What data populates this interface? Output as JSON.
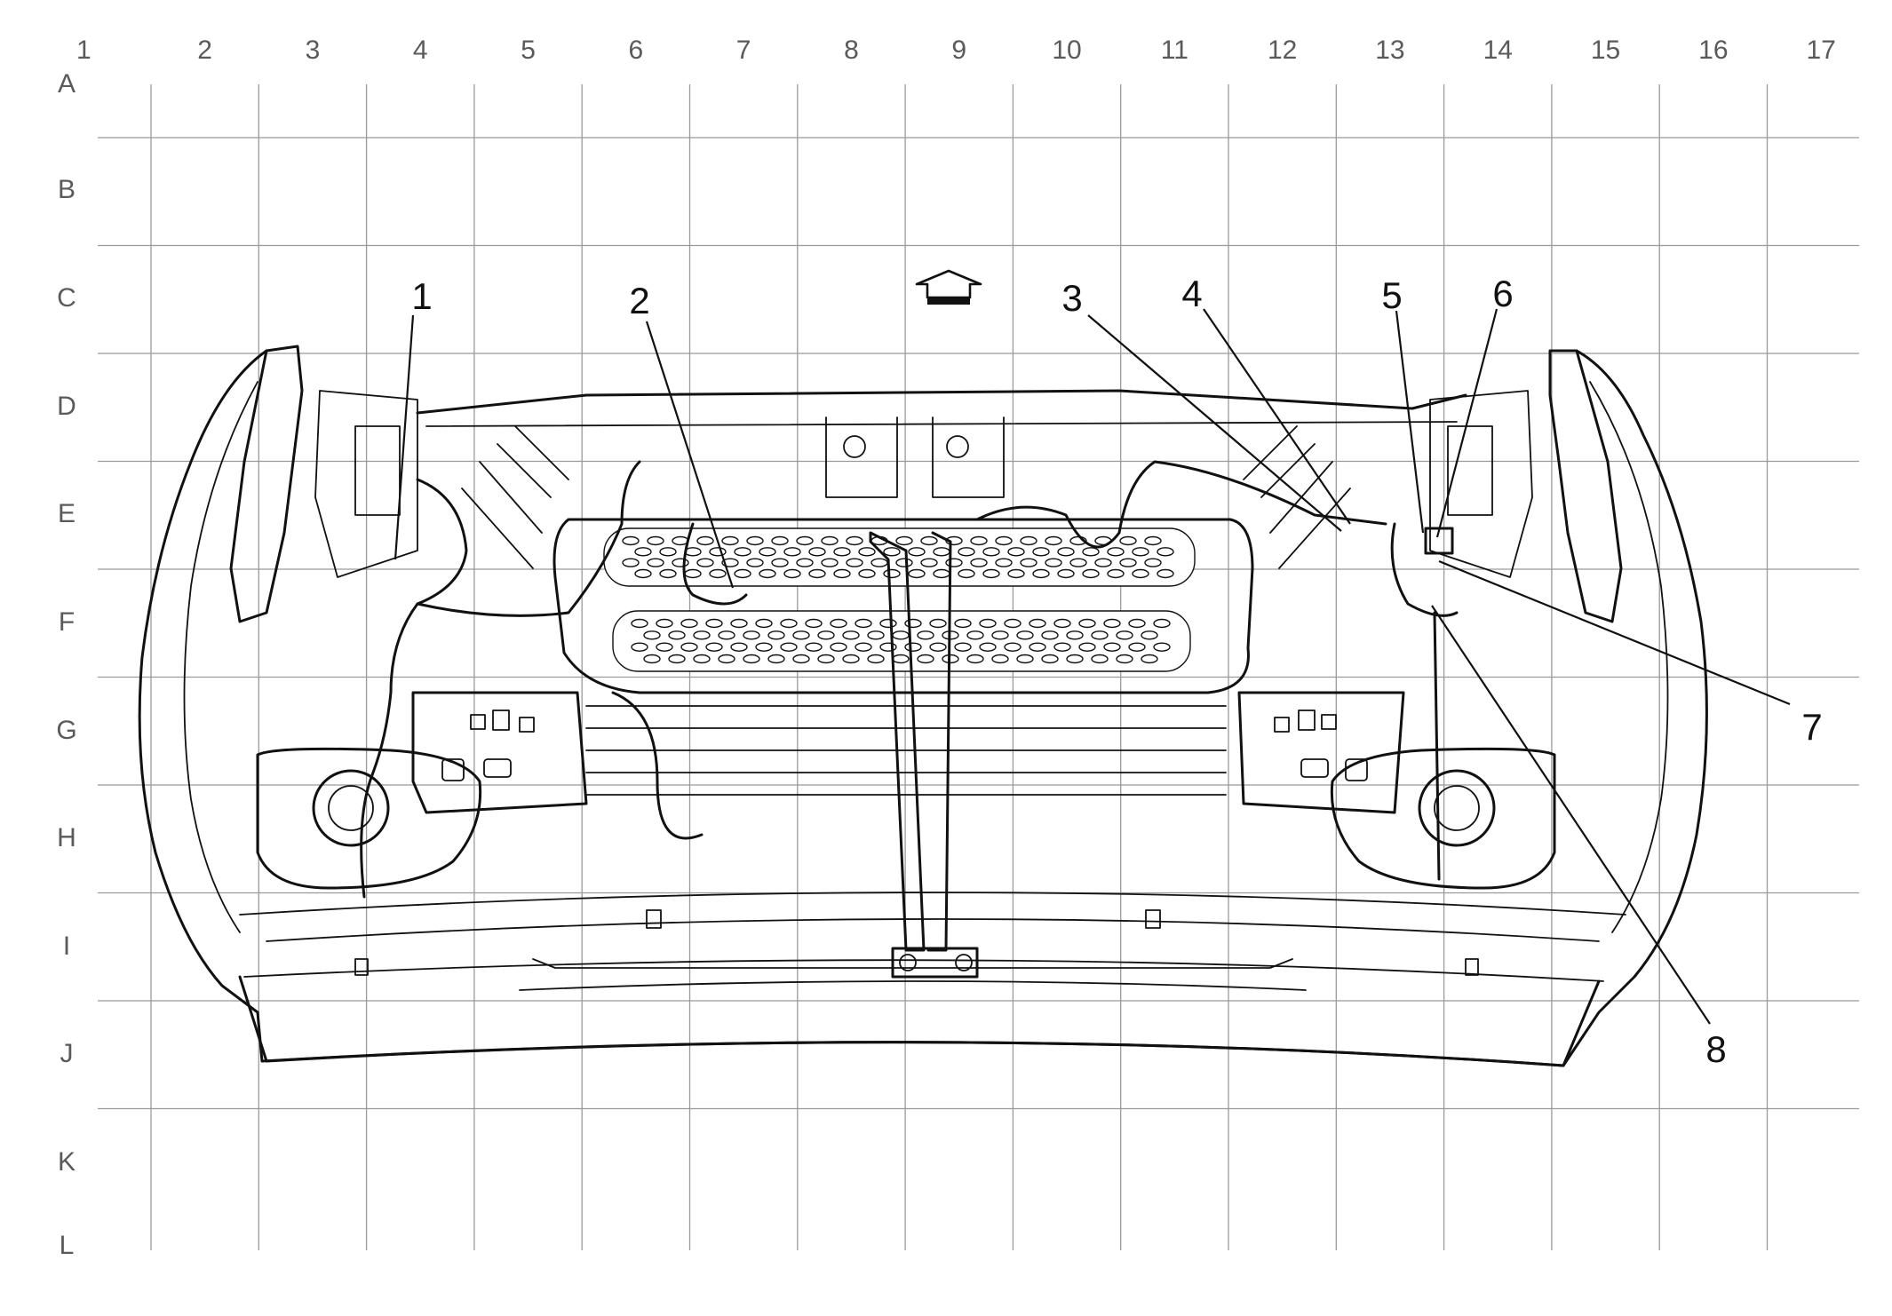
{
  "grid": {
    "columns": [
      "1",
      "2",
      "3",
      "4",
      "5",
      "6",
      "7",
      "8",
      "9",
      "10",
      "11",
      "12",
      "13",
      "14",
      "15",
      "16",
      "17"
    ],
    "rows": [
      "A",
      "B",
      "C",
      "D",
      "E",
      "F",
      "G",
      "H",
      "I",
      "J",
      "K",
      "L"
    ]
  },
  "callouts": [
    "1",
    "2",
    "3",
    "4",
    "5",
    "6",
    "7",
    "8"
  ],
  "icons": {
    "direction_arrow": "up-arrow-icon"
  }
}
